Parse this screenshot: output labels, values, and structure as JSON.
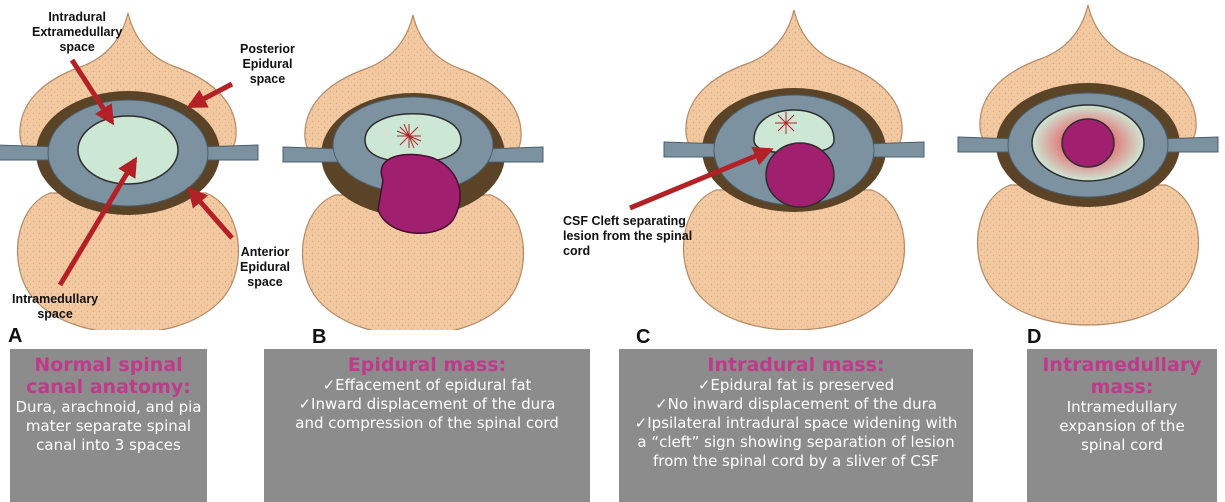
{
  "panels": [
    {
      "letter": "A",
      "box": {
        "title_lines": [
          "Normal spinal",
          "canal anatomy:"
        ],
        "body_lines": [
          "Dura, arachnoid, and pia",
          "mater separate spinal",
          "canal into 3 spaces"
        ]
      }
    },
    {
      "letter": "B",
      "box": {
        "title_lines": [
          "Epidural mass:"
        ],
        "body_lines": [
          "✓Effacement of epidural fat",
          "✓Inward displacement of the dura",
          "and compression of the spinal cord"
        ]
      }
    },
    {
      "letter": "C",
      "box": {
        "title_lines": [
          "Intradural mass:"
        ],
        "body_lines": [
          "✓Epidural fat is preserved",
          "✓No inward displacement of the dura",
          "✓Ipsilateral intradural space widening with",
          "a “cleft” sign showing separation of lesion",
          "from the spinal cord by a sliver of CSF"
        ]
      }
    },
    {
      "letter": "D",
      "box": {
        "title_lines": [
          "Intramedullary",
          "mass:"
        ],
        "body_lines": [
          "Intramedullary",
          "expansion of the",
          "spinal cord"
        ]
      }
    }
  ],
  "callouts": {
    "intradural_extramedullary": [
      "Intradural",
      "Extramedullary",
      "space"
    ],
    "posterior_epidural": [
      "Posterior",
      "Epidural",
      "space"
    ],
    "anterior_epidural": [
      "Anterior",
      "Epidural",
      "space"
    ],
    "intramedullary": [
      "Intramedullary",
      "space"
    ],
    "csf_cleft": [
      "CSF Cleft separating",
      "lesion from the spinal",
      "cord"
    ]
  },
  "colors": {
    "bone": "#f2c9a0",
    "bone_stroke": "#b58a66",
    "epidural_fat": "#5a4326",
    "dura_csf": "#7d92a0",
    "cord": "#cde7d5",
    "mass": "#a0206f",
    "arrow": "#b32025",
    "box_bg": "#8c8c8c",
    "box_title": "#c03a8c"
  }
}
